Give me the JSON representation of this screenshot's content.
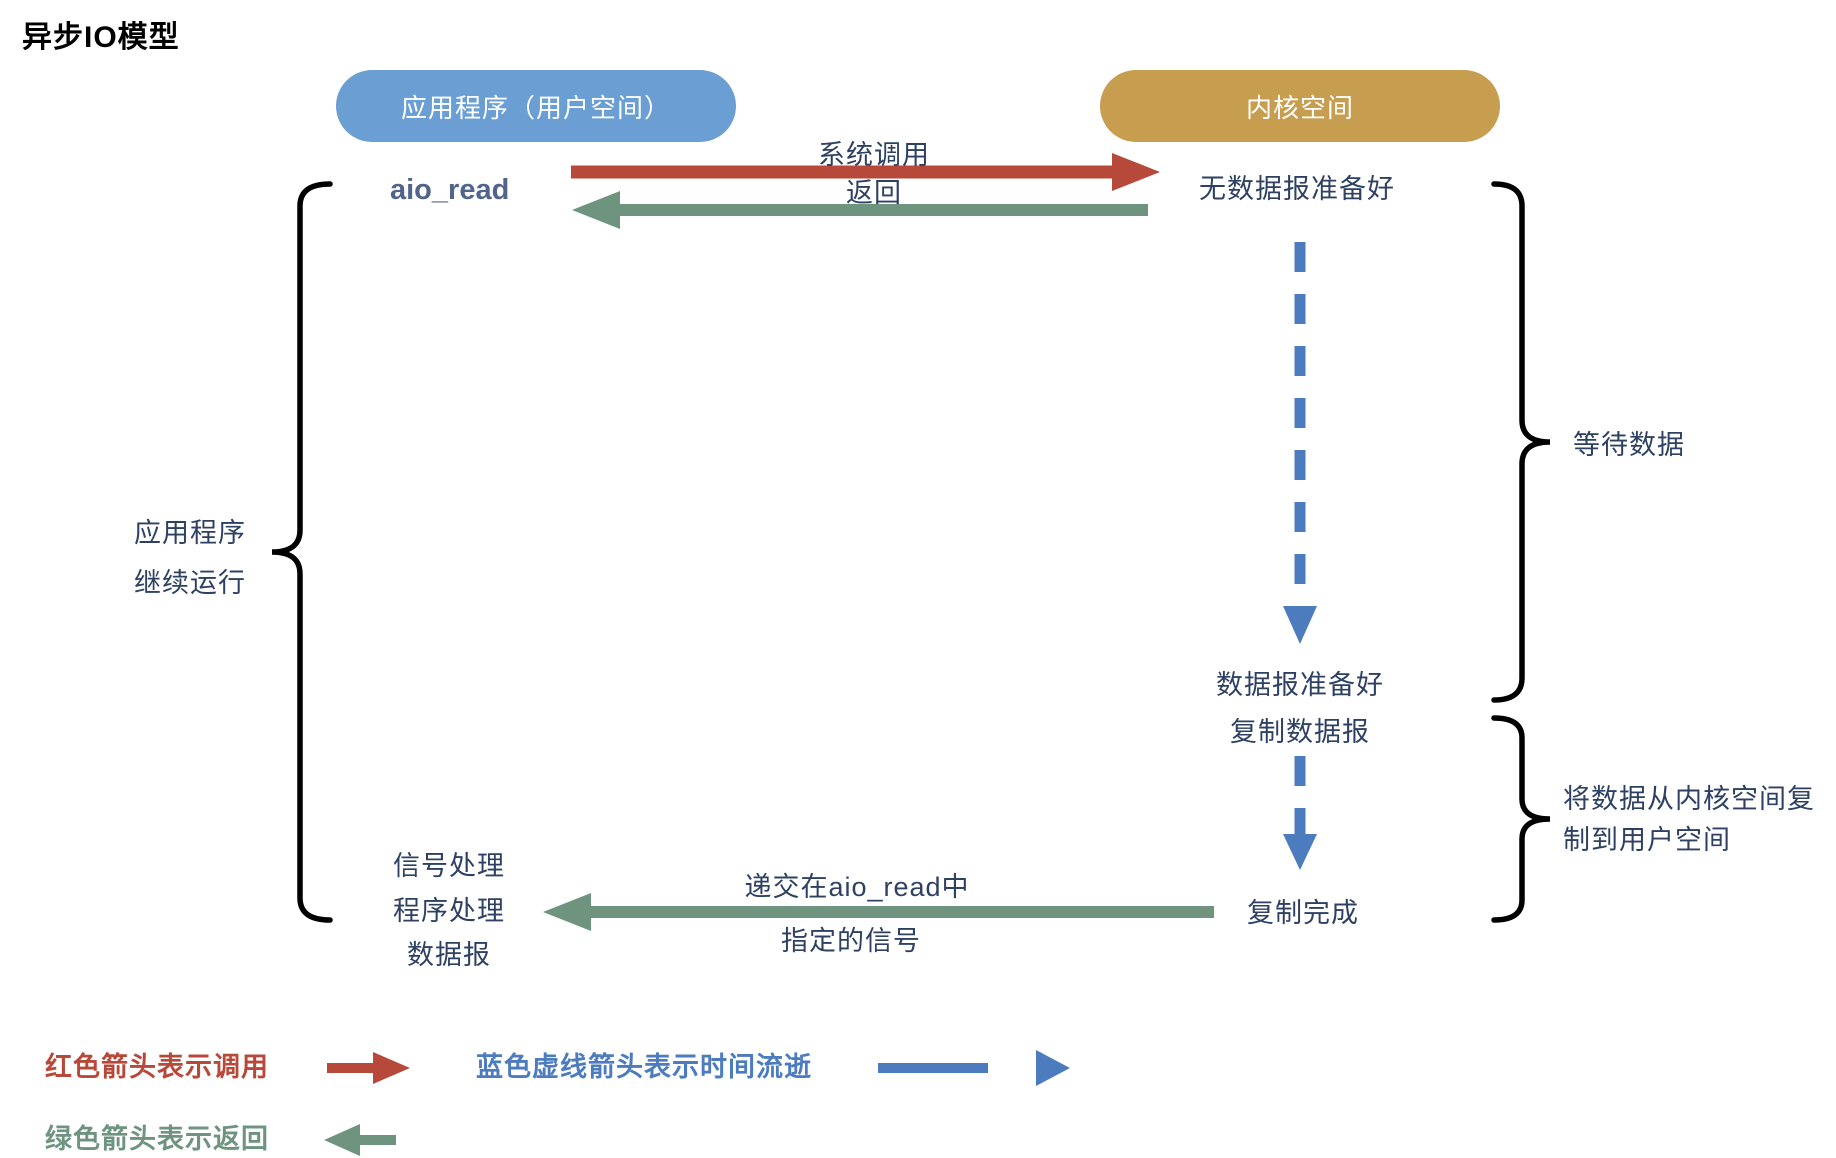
{
  "title": "异步IO模型",
  "colors": {
    "red": "#b7493a",
    "green": "#6e9480",
    "blue": "#4c7cbe",
    "user_pill": "#6b9fd3",
    "kernel_pill": "#c79e4f",
    "navy": "#2e4163",
    "aio_blue": "#51658c",
    "brace": "#000000",
    "title": "#000000"
  },
  "pills": {
    "user_space": "应用程序（用户空间）",
    "kernel_space": "内核空间"
  },
  "labels": {
    "aio_read": "aio_read",
    "syscall": "系统调用",
    "return": "返回",
    "no_data": "无数据报准备好",
    "data_ready": "数据报准备好",
    "copy_data": "复制数据报",
    "copy_done": "复制完成",
    "deliver_line1": "递交在aio_read中",
    "deliver_line2": "指定的信号",
    "signal_line1": "信号处理",
    "signal_line2": "程序处理",
    "signal_line3": "数据报",
    "app_continue_line1": "应用程序",
    "app_continue_line2": "继续运行",
    "wait_data": "等待数据",
    "copy_desc_line1": "将数据从内核空间复",
    "copy_desc_line2": "制到用户空间"
  },
  "legend": {
    "red": "红色箭头表示调用",
    "blue": "蓝色虚线箭头表示时间流逝",
    "green": "绿色箭头表示返回"
  }
}
